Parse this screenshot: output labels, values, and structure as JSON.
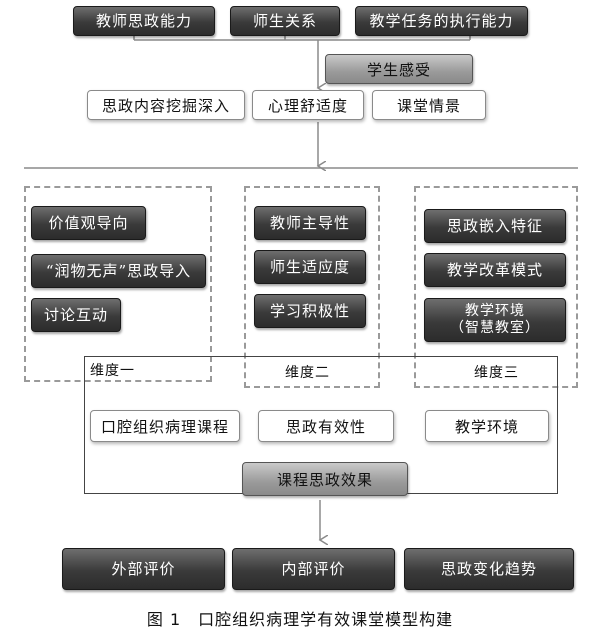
{
  "top_factors": [
    "教师思政能力",
    "师生关系",
    "教学任务的执行能力"
  ],
  "student_feeling": "学生感受",
  "second_factors": [
    "思政内容挖掘深入",
    "心理舒适度",
    "课堂情景"
  ],
  "dimensions": [
    {
      "label": "维度一",
      "items": [
        "价值观导向",
        "“润物无声”思政导入",
        "讨论互动"
      ]
    },
    {
      "label": "维度二",
      "items": [
        "教师主导性",
        "师生适应度",
        "学习积极性"
      ]
    },
    {
      "label": "维度三",
      "items": [
        "思政嵌入特征",
        "教学改革模式",
        "教学环境\n（智慧教室）"
      ]
    }
  ],
  "course_boxes": [
    "口腔组织病理课程",
    "思政有效性",
    "教学环境"
  ],
  "effect": "课程思政效果",
  "evaluations": [
    "外部评价",
    "内部评价",
    "思政变化趋势"
  ],
  "caption": "图 1　口腔组织病理学有效课堂模型构建"
}
